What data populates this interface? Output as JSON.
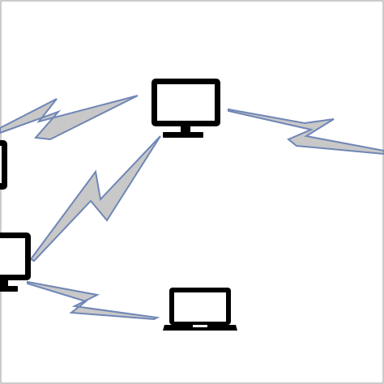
{
  "diagram": {
    "type": "wireless-network",
    "nodes": [
      {
        "id": "monitor-top-center",
        "icon": "desktop-monitor-icon"
      },
      {
        "id": "monitor-left-upper",
        "icon": "desktop-monitor-icon"
      },
      {
        "id": "monitor-left-lower",
        "icon": "desktop-monitor-icon"
      },
      {
        "id": "laptop-bottom",
        "icon": "laptop-icon"
      }
    ],
    "links": [
      {
        "from": "monitor-left-upper",
        "to": "monitor-top-center",
        "icon": "wireless-link-icon"
      },
      {
        "from": "monitor-top-center",
        "to": "offscreen-right",
        "icon": "wireless-link-icon"
      },
      {
        "from": "monitor-left-lower",
        "to": "monitor-top-center",
        "icon": "wireless-link-icon"
      },
      {
        "from": "monitor-left-lower",
        "to": "laptop-bottom",
        "icon": "wireless-link-icon"
      }
    ],
    "colors": {
      "link_fill": "#c8c8c8",
      "link_outline": "#6f86b6",
      "device": "#000000",
      "screen": "#ffffff",
      "frame": "#bbbbbb"
    }
  }
}
